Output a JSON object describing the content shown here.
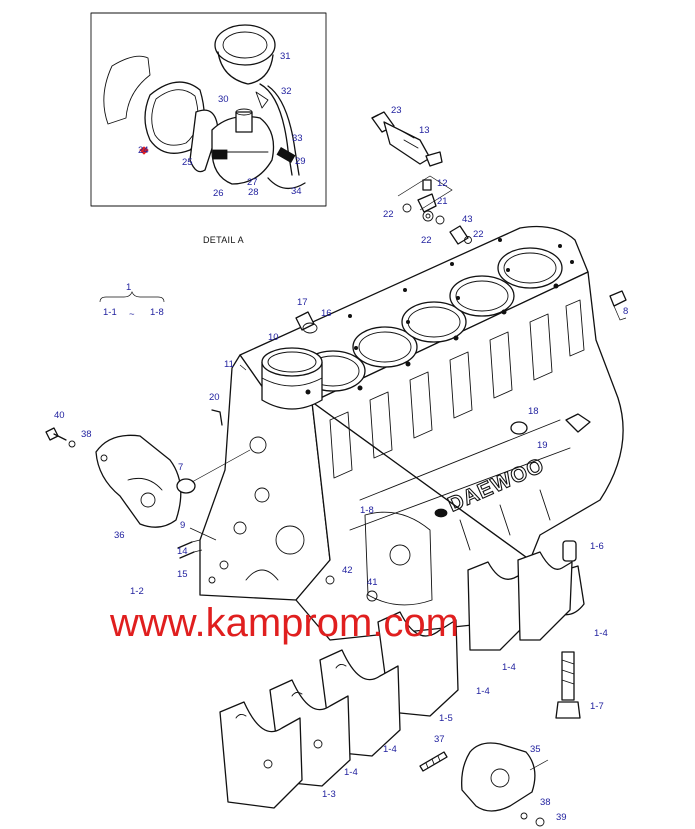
{
  "detail": {
    "caption": "DETAIL A",
    "labels": {
      "l31": "31",
      "l32": "32",
      "l30": "30",
      "l33": "33",
      "l29": "29",
      "l34": "34",
      "l28": "28",
      "l27": "27",
      "l26": "26",
      "l25": "25",
      "l24": "24"
    }
  },
  "group": {
    "top": "1",
    "left": "1-1",
    "tilde": "~",
    "right": "1-8"
  },
  "labels": {
    "l23": "23",
    "l13": "13",
    "l12": "12",
    "l21": "21",
    "l22a": "22",
    "l22b": "22",
    "l22c": "22",
    "l43": "43",
    "l8": "8",
    "l17": "17",
    "l16": "16",
    "l10": "10",
    "l11": "11",
    "l20": "20",
    "l40": "40",
    "l38a": "38",
    "l7": "7",
    "l36": "36",
    "l9": "9",
    "l14": "14",
    "l15": "15",
    "l18": "18",
    "l19": "19",
    "l1_8": "1-8",
    "l1_6": "1-6",
    "l1_2": "1-2",
    "l42": "42",
    "l41": "41",
    "l1_4a": "1-4",
    "l1_4b": "1-4",
    "l1_4c": "1-4",
    "l1_4d": "1-4",
    "l1_4e": "1-4",
    "l1_5": "1-5",
    "l1_7": "1-7",
    "l37": "37",
    "l35": "35",
    "l1_3": "1-3",
    "l38b": "38",
    "l39": "39"
  },
  "brand_mark": "DAEWOO",
  "watermark": "www.kamprom.com",
  "colors": {
    "label": "#1f1f9e",
    "watermark": "#e01f1f",
    "line": "#111111",
    "gasket_marker": "#e01f1f"
  }
}
